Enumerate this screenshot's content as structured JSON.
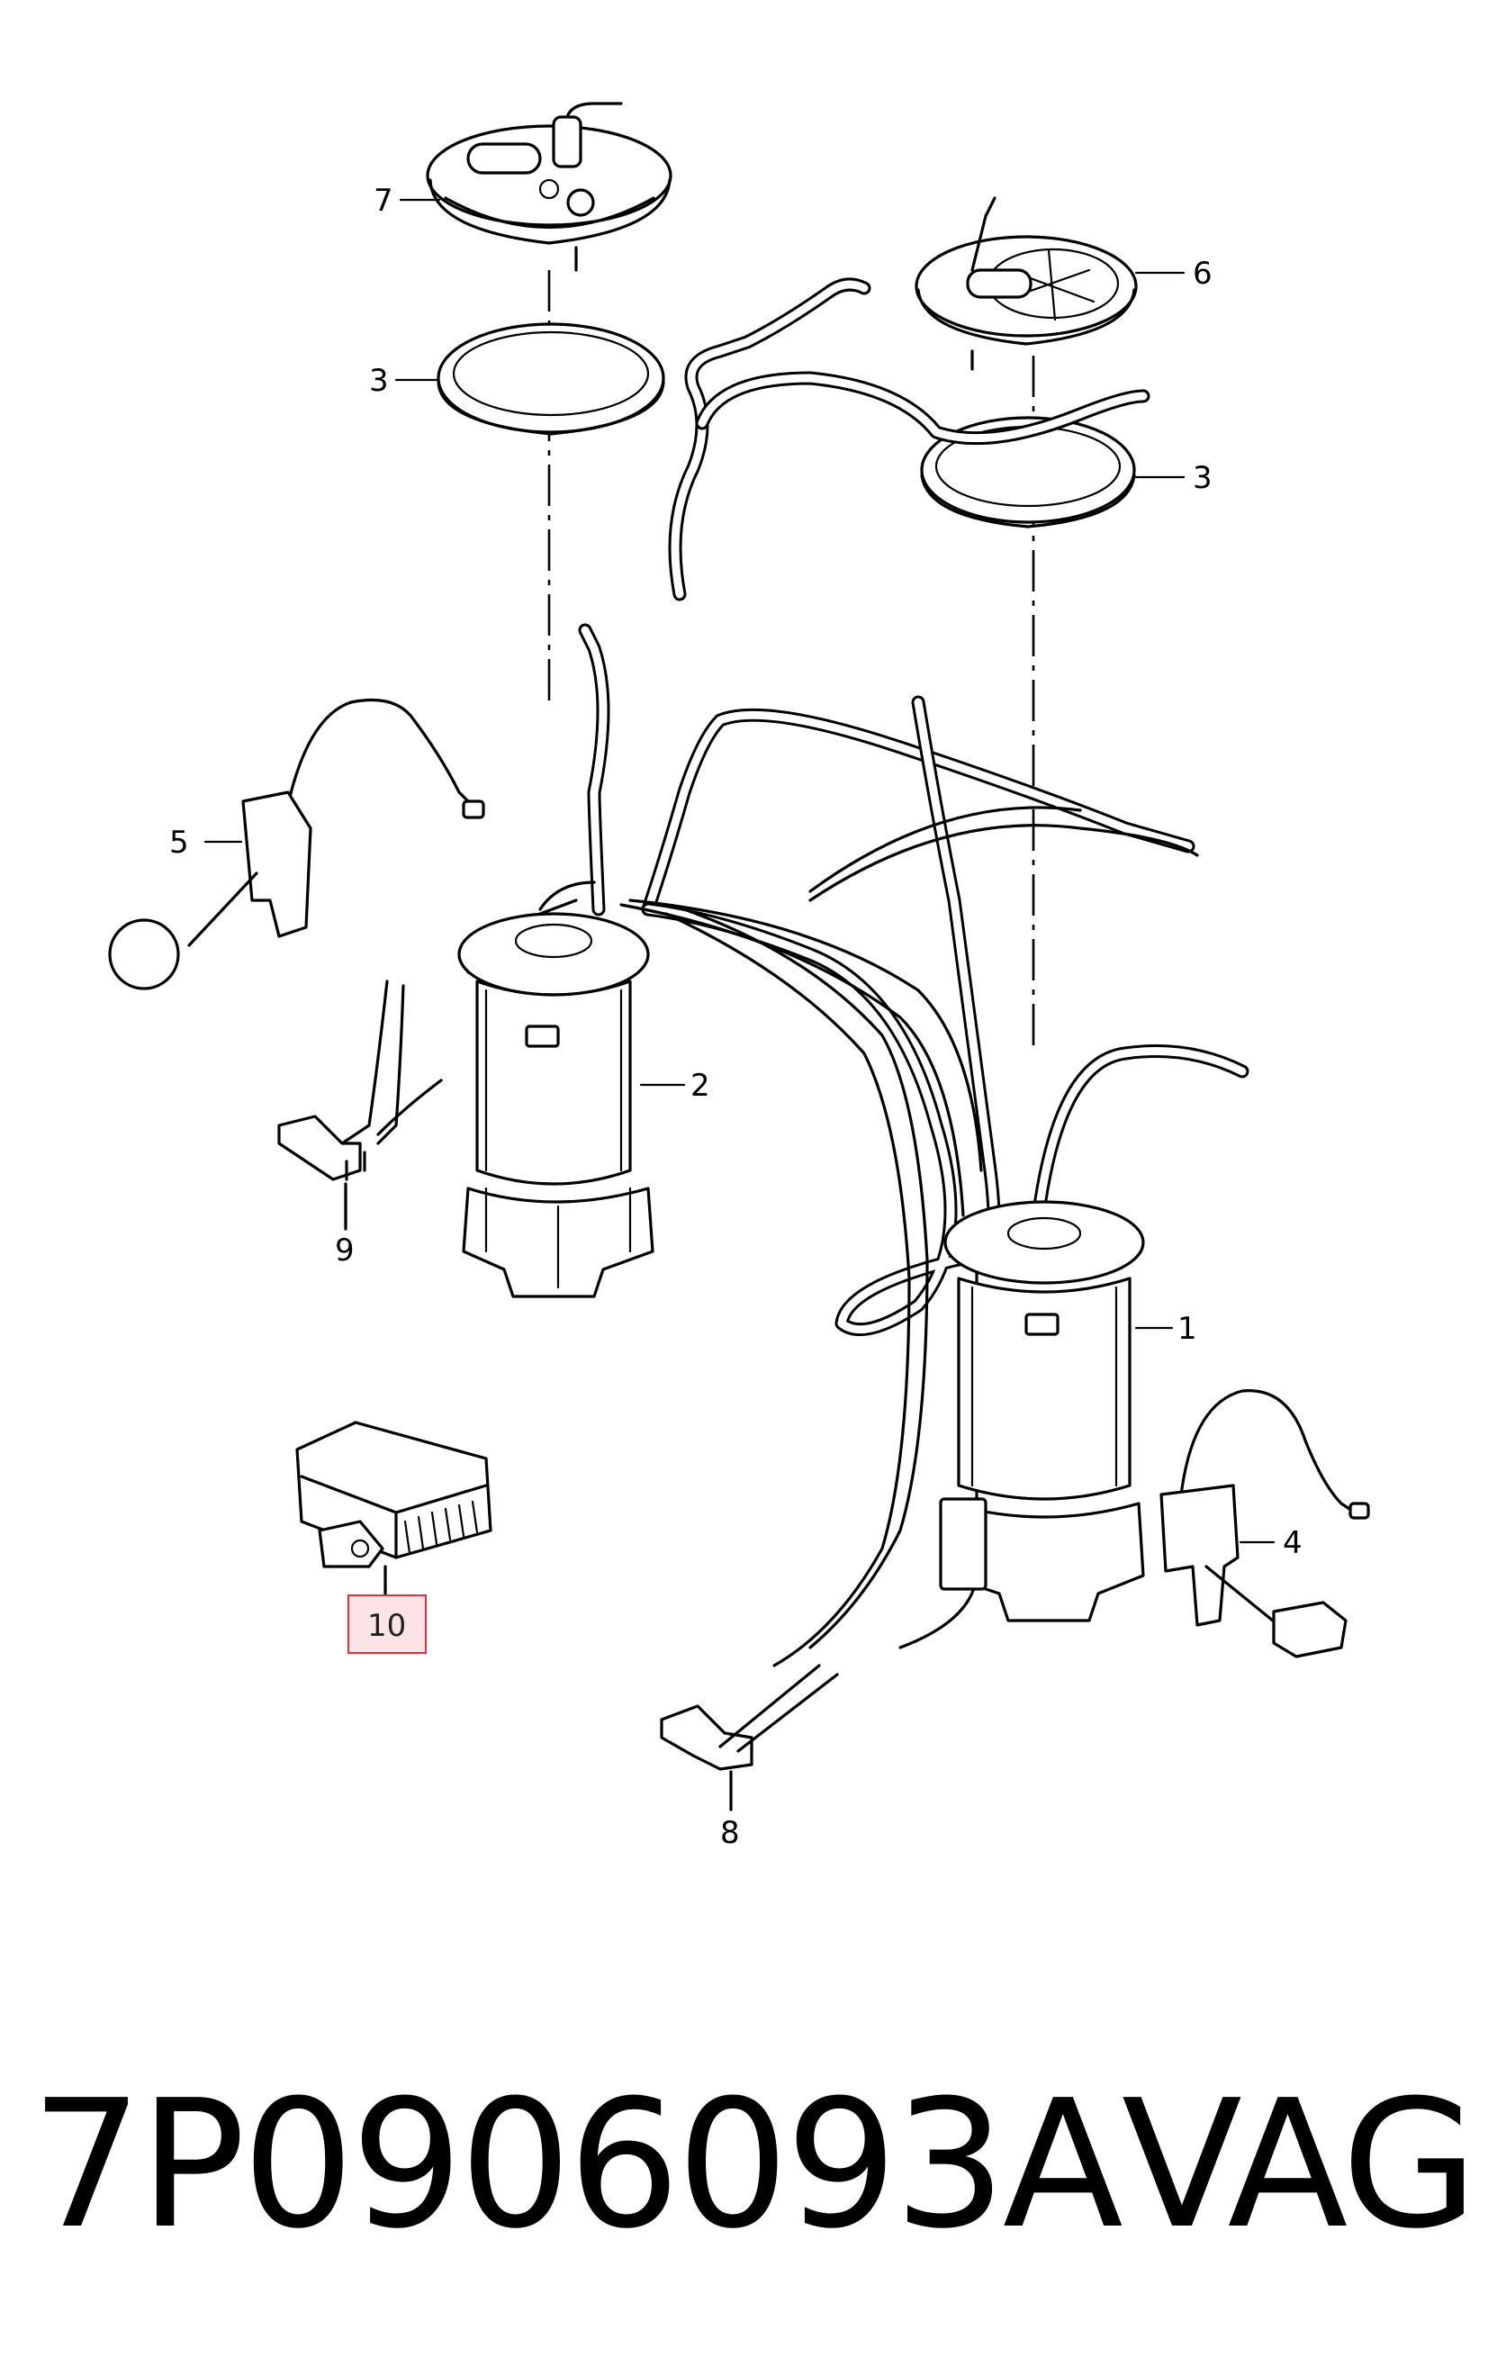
{
  "diagram": {
    "callouts": [
      {
        "id": "7",
        "label": "7"
      },
      {
        "id": "3a",
        "label": "3"
      },
      {
        "id": "6",
        "label": "6"
      },
      {
        "id": "3b",
        "label": "3"
      },
      {
        "id": "5",
        "label": "5"
      },
      {
        "id": "2",
        "label": "2"
      },
      {
        "id": "9",
        "label": "9"
      },
      {
        "id": "1",
        "label": "1"
      },
      {
        "id": "4",
        "label": "4"
      },
      {
        "id": "8",
        "label": "8"
      },
      {
        "id": "10",
        "label": "10",
        "highlighted": true
      }
    ],
    "highlight_color": "#e0303a",
    "highlight_fill": "#fbe3e6"
  },
  "caption": {
    "part_number": "7P0906093A",
    "brand": "VAG"
  }
}
